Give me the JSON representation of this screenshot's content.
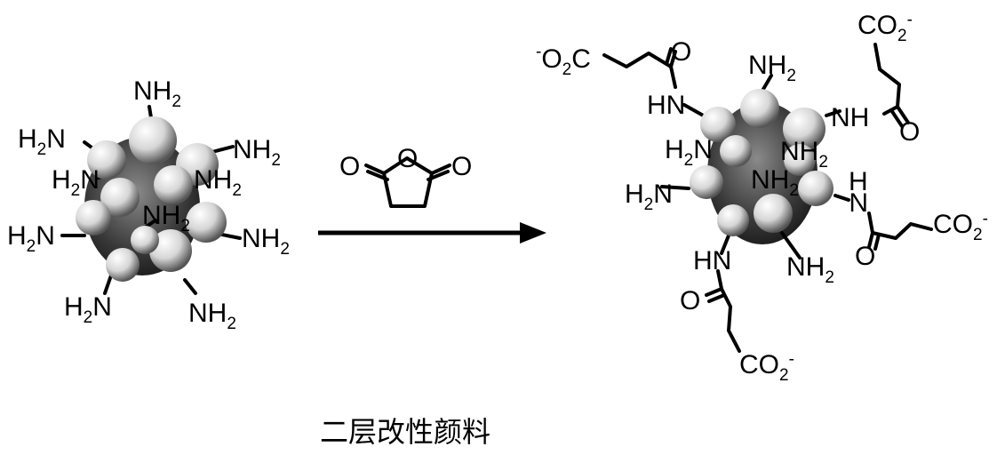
{
  "labels": {
    "nh2": "NH",
    "h2n": "H",
    "n": "N",
    "h": "H",
    "sub2": "2",
    "hn": "HN",
    "nh": "NH",
    "o": "O",
    "co2": "CO",
    "o2c": "O",
    "c": "C",
    "minus": "-"
  },
  "caption": "二层改性颜料",
  "colors": {
    "sphere_light": "#f2f2f2",
    "sphere_dark": "#5a5a5a",
    "core_dark": "#202020"
  }
}
